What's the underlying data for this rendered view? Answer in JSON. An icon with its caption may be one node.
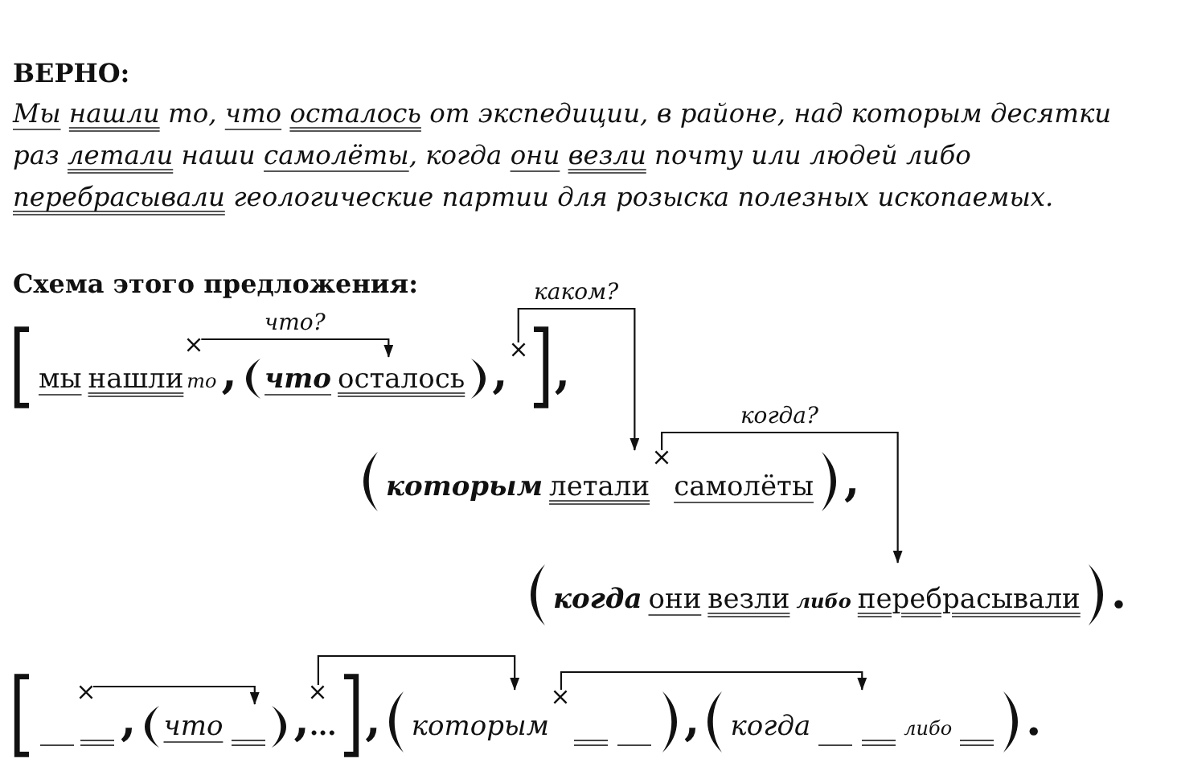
{
  "diagram": {
    "title": "ВЕРНО:",
    "nodes": [
      {
        "text": [
          "мы",
          "нашли",
          "то",
          ","
        ],
        "beside": [
          ","
        ]
      },
      {
        "text": [],
        "shape": "cross",
        "in": 0
      },
      {
        "text": [
          "что",
          "осталось"
        ],
        "in": 0,
        "beside": [
          ","
        ]
      },
      {
        "text": [],
        "shape": "cross",
        "in": 0
      },
      {
        "text": [
          "которым",
          "летали",
          "самолёты"
        ],
        "beside": [
          ","
        ]
      },
      {
        "text": [],
        "shape": "cross",
        "in": 4
      },
      {
        "text": [
          "когда",
          "они",
          "везли",
          "либо",
          "перебрасывали"
        ],
        "beside": [
          "."
        ]
      },
      {
        "text": [
          ",",
          "..."
        ],
        "beside": [
          ","
        ]
      },
      {
        "text": [],
        "shape": "cross",
        "in": 7
      },
      {
        "text": [
          "что"
        ],
        "in": 7,
        "beside": [
          ","
        ]
      },
      {
        "text": [],
        "shape": "cross",
        "in": 7
      },
      {
        "text": [
          "которым"
        ],
        "beside": [
          ","
        ]
      },
      {
        "text": [],
        "shape": "cross",
        "in": 11
      },
      {
        "text": [
          "когда",
          "либо"
        ],
        "beside": [
          "."
        ]
      }
    ],
    "edges": [
      {
        "from": 1,
        "to": 2,
        "arrow": "to",
        "label": "что?"
      },
      {
        "from": 3,
        "to": 4,
        "arrow": "to",
        "label": "каком?"
      },
      {
        "from": 5,
        "to": 6,
        "arrow": "to",
        "label": "когда?"
      },
      {
        "from": 8,
        "to": 9,
        "arrow": "to"
      },
      {
        "from": 10,
        "to": 11,
        "arrow": "to"
      },
      {
        "from": 12,
        "to": 13,
        "arrow": "to"
      }
    ],
    "labels": [
      "Мы нашли то, что осталось от экспедиции, в районе, над которым десятки раз летали наши самолёты, когда они везли почту или людей либо перебрасывали геологические партии для розыска полезных ископаемых.",
      "Схема этого предложения:"
    ]
  }
}
